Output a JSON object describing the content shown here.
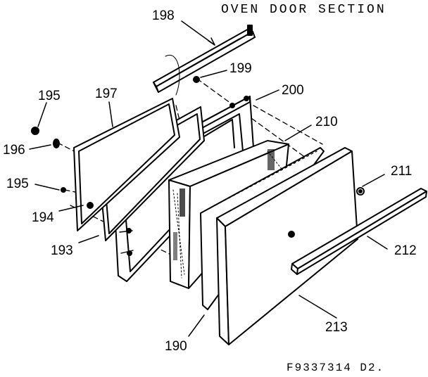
{
  "title": "OVEN DOOR SECTION",
  "drawing_code": "F9337314 D2.",
  "parts": {
    "p190": "190",
    "p193": "193",
    "p194": "194",
    "p195a": "195",
    "p195b": "195",
    "p196": "196",
    "p197": "197",
    "p198": "198",
    "p199": "199",
    "p200": "200",
    "p210": "210",
    "p211": "211",
    "p212": "212",
    "p213": "213"
  }
}
